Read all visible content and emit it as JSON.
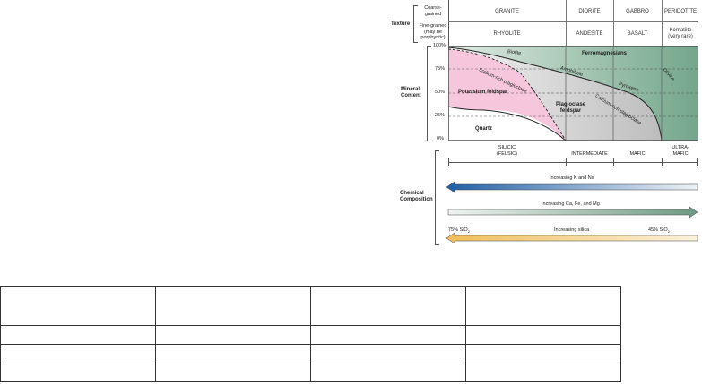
{
  "texture": {
    "label": "Texture",
    "coarse_label": [
      "Coarse-",
      "grained"
    ],
    "fine_label": [
      "Fine-grained",
      "(may be",
      "porphyritic)"
    ],
    "coarse_rocks": [
      "GRANITE",
      "DIORITE",
      "GABBRO",
      "PERIDOTITE"
    ],
    "fine_rocks": [
      "RHYOLITE",
      "ANDESITE",
      "BASALT"
    ],
    "fine_rock_last": [
      "Komatiite",
      "(very rare)"
    ]
  },
  "mineral": {
    "label": [
      "Mineral",
      "Content"
    ],
    "ticks": [
      "100%",
      "75%",
      "50%",
      "25%",
      "0%"
    ],
    "regions": {
      "ferromagnesians": "Ferromagnesians",
      "potassium_feldspar": "Potassium feldspar",
      "plagioclase": [
        "Plagioclase",
        "feldspar"
      ],
      "quartz": "Quartz"
    },
    "curve_labels": {
      "biotite": "Biotite",
      "sodium_plag": "Sodium-rich plagioclase",
      "amphibole": "Amphibole",
      "pyroxene": "Pyroxene",
      "calcium_plag": "Calcium-rich plagioclase",
      "olivine": "Olivine"
    },
    "colors": {
      "potassium": "#f6c6dc",
      "ferro": "#7fae96",
      "gray_mid": "#c9c9c9"
    }
  },
  "composition": {
    "label": [
      "Chemical",
      "Composition"
    ],
    "classes": [
      {
        "lines": [
          "SILICIC",
          "(FELSIC)"
        ]
      },
      {
        "lines": [
          "INTERMEDIATE"
        ]
      },
      {
        "lines": [
          "MAFIC"
        ]
      },
      {
        "lines": [
          "ULTRA-",
          "MAFIC"
        ]
      }
    ],
    "arrows": {
      "kna": "Increasing K and Na",
      "cafemg": "Increasing Ca, Fe, and Mg",
      "silica": "Increasing silica",
      "sio2_high": "75% SiO",
      "sio2_low": "45% SiO",
      "sub": "2"
    },
    "arrow_colors": {
      "blue": "#1f5fa6",
      "green": "#6e9982",
      "yellow": "#f0be5a"
    }
  },
  "table": {
    "rows": 4,
    "cols": 4,
    "header": [
      "",
      "",
      "",
      ""
    ],
    "cells": [
      [
        "",
        "",
        "",
        ""
      ],
      [
        "",
        "",
        "",
        ""
      ],
      [
        "",
        "",
        "",
        ""
      ]
    ]
  }
}
